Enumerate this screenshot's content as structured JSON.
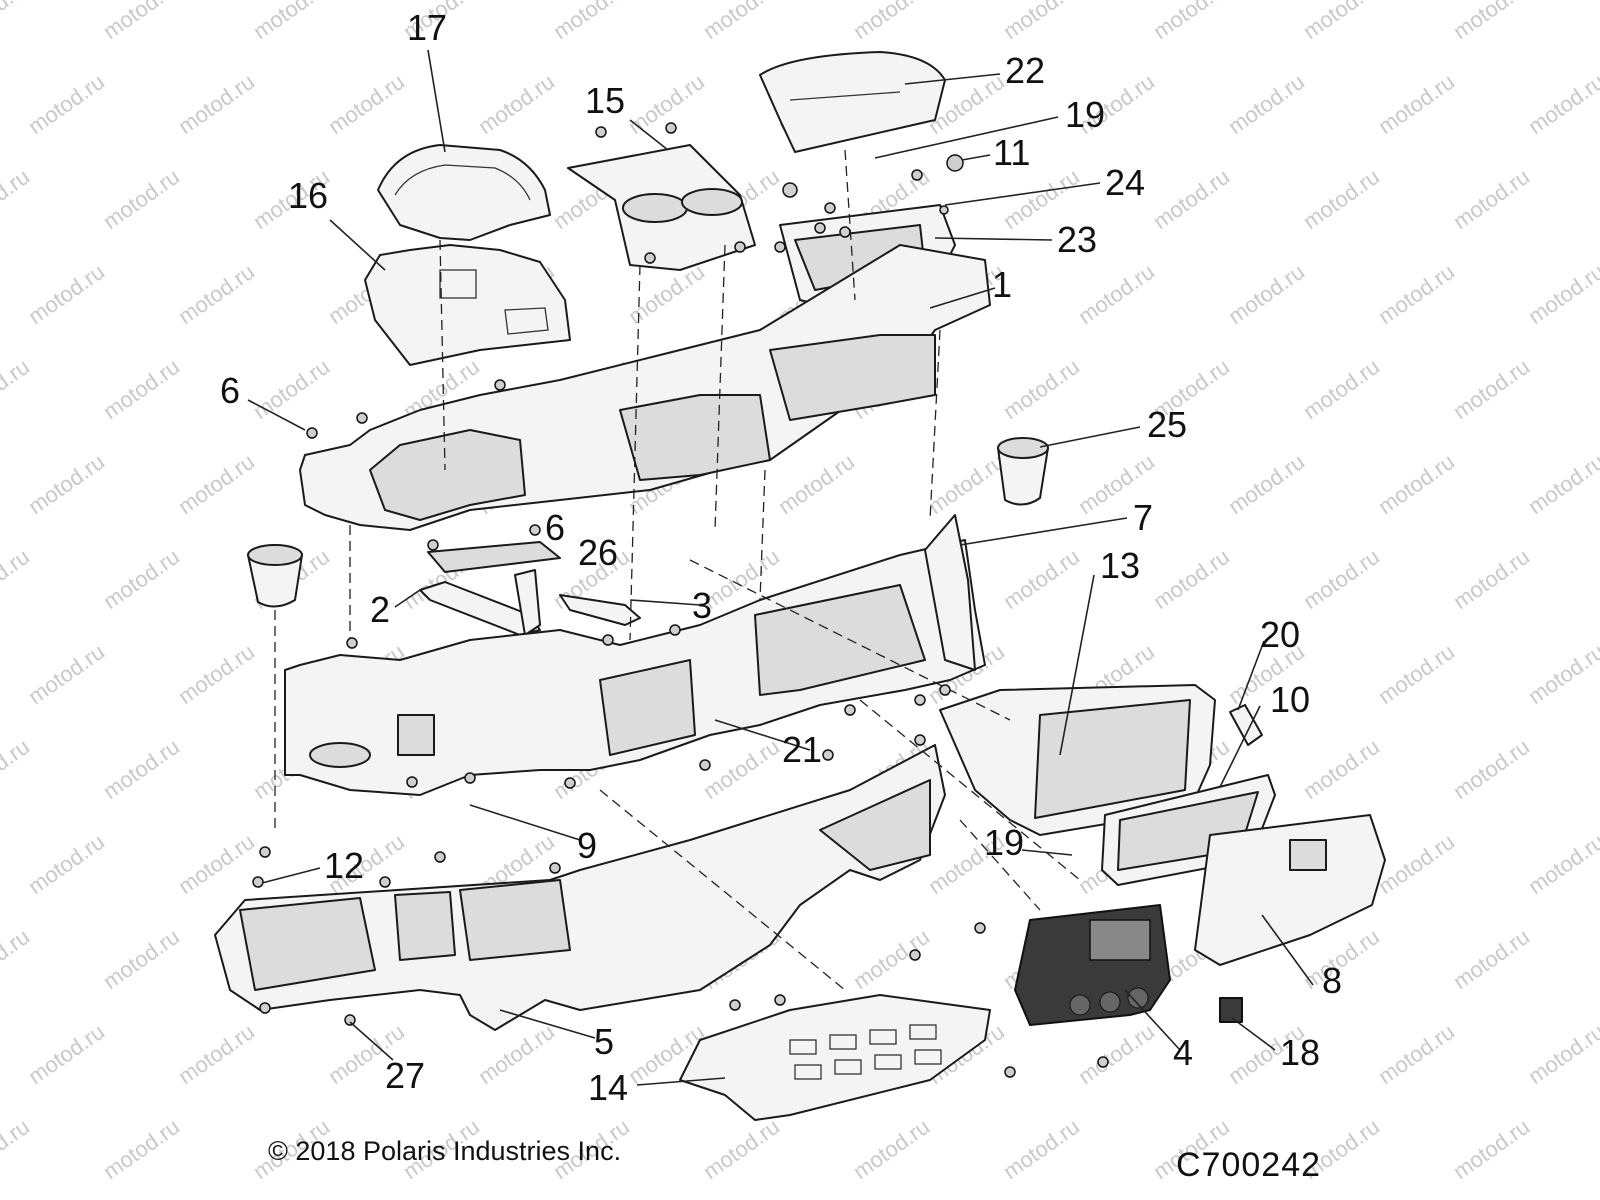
{
  "watermark": "motod.ru",
  "callouts": [
    {
      "id": "17",
      "label": "17"
    },
    {
      "id": "16",
      "label": "16"
    },
    {
      "id": "15",
      "label": "15"
    },
    {
      "id": "22",
      "label": "22"
    },
    {
      "id": "19a",
      "label": "19"
    },
    {
      "id": "11",
      "label": "11"
    },
    {
      "id": "24",
      "label": "24"
    },
    {
      "id": "23",
      "label": "23"
    },
    {
      "id": "1",
      "label": "1"
    },
    {
      "id": "6a",
      "label": "6"
    },
    {
      "id": "25",
      "label": "25"
    },
    {
      "id": "6b",
      "label": "6"
    },
    {
      "id": "26",
      "label": "26"
    },
    {
      "id": "7",
      "label": "7"
    },
    {
      "id": "13",
      "label": "13"
    },
    {
      "id": "2",
      "label": "2"
    },
    {
      "id": "3",
      "label": "3"
    },
    {
      "id": "20",
      "label": "20"
    },
    {
      "id": "10",
      "label": "10"
    },
    {
      "id": "21",
      "label": "21"
    },
    {
      "id": "9",
      "label": "9"
    },
    {
      "id": "19b",
      "label": "19"
    },
    {
      "id": "12",
      "label": "12"
    },
    {
      "id": "8",
      "label": "8"
    },
    {
      "id": "5",
      "label": "5"
    },
    {
      "id": "4",
      "label": "4"
    },
    {
      "id": "18",
      "label": "18"
    },
    {
      "id": "27",
      "label": "27"
    },
    {
      "id": "14",
      "label": "14"
    }
  ],
  "footer": {
    "copyright": "© 2018 Polaris Industries Inc.",
    "drawing_code": "C700242"
  }
}
